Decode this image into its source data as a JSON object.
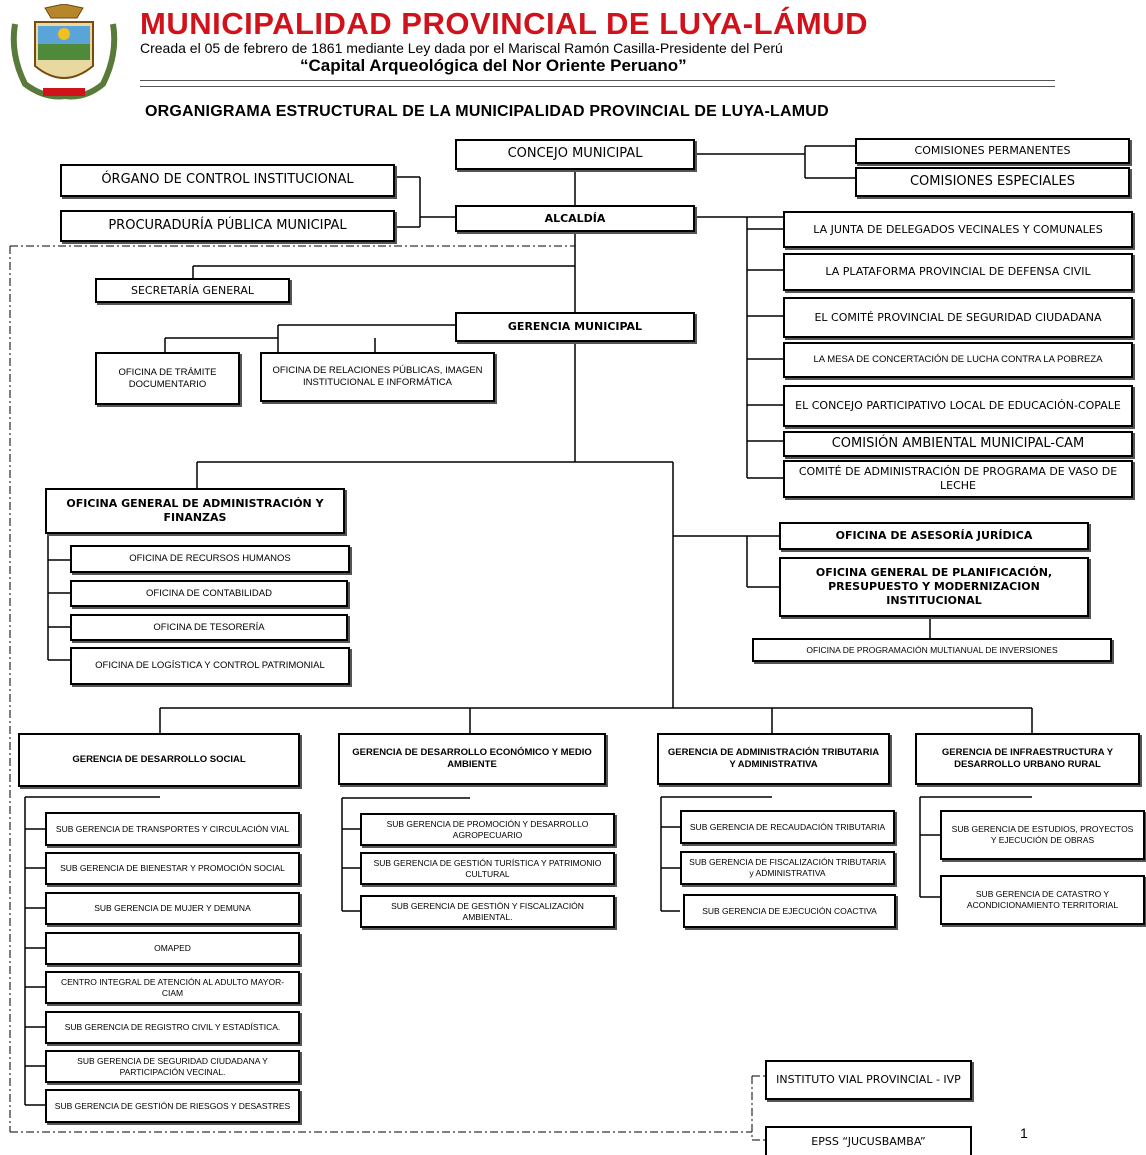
{
  "header": {
    "title": "MUNICIPALIDAD PROVINCIAL DE LUYA-LÁMUD",
    "subtitle": "Creada el 05 de febrero de 1861 mediante Ley dada por el Mariscal Ramón Casilla-Presidente del Perú",
    "slogan": "“Capital Arqueológica del Nor Oriente Peruano”",
    "logo_icon": "municipal-coat-of-arms"
  },
  "chart_title": "ORGANIGRAMA ESTRUCTURAL DE LA MUNICIPALIDAD PROVINCIAL DE LUYA-LAMUD",
  "page_number": "1",
  "top": {
    "concejo": "CONCEJO MUNICIPAL",
    "comisiones_permanentes": "COMISIONES PERMANENTES",
    "comisiones_especiales": "COMISIONES ESPECIALES",
    "control": "ÓRGANO DE CONTROL INSTITUCIONAL",
    "procuraduria": "PROCURADURÍA PÚBLICA MUNICIPAL",
    "alcaldia": "ALCALDÍA"
  },
  "coordination": [
    "LA JUNTA DE DELEGADOS VECINALES Y COMUNALES",
    "LA PLATAFORMA PROVINCIAL DE DEFENSA CIVIL",
    "EL COMITÉ PROVINCIAL DE SEGURIDAD CIUDADANA",
    "LA MESA DE CONCERTACIÓN DE LUCHA CONTRA LA POBREZA",
    "EL CONCEJO PARTICIPATIVO LOCAL DE EDUCACIÓN-COPALE",
    "COMISIÓN AMBIENTAL MUNICIPAL-CAM",
    "COMITÉ DE ADMINISTRACIÓN DE PROGRAMA DE VASO DE LECHE"
  ],
  "secretaria": "SECRETARÍA GENERAL",
  "gerencia_municipal": "GERENCIA MUNICIPAL",
  "tramite": "OFICINA DE TRÁMITE DOCUMENTARIO",
  "relaciones": "OFICINA DE RELACIONES PÚBLICAS, IMAGEN INSTITUCIONAL E INFORMÁTICA",
  "admin": {
    "title": "OFICINA GENERAL DE ADMINISTRACIÓN Y FINANZAS",
    "units": [
      "OFICINA DE RECURSOS HUMANOS",
      "OFICINA DE CONTABILIDAD",
      "OFICINA DE TESORERÍA",
      "OFICINA DE LOGÍSTICA Y CONTROL PATRIMONIAL"
    ]
  },
  "asesoria": "OFICINA DE ASESORÍA JURÍDICA",
  "planificacion": "OFICINA GENERAL DE PLANIFICACIÓN, PRESUPUESTO Y MODERNIZACION INSTITUCIONAL",
  "programacion": "OFICINA DE PROGRAMACIÓN MULTIANUAL DE INVERSIONES",
  "gerencias": [
    {
      "title": "GERENCIA DE DESARROLLO SOCIAL",
      "subs": [
        "SUB GERENCIA DE TRANSPORTES Y CIRCULACIÓN VIAL",
        "SUB GERENCIA DE BIENESTAR Y PROMOCIÓN SOCIAL",
        "SUB GERENCIA DE MUJER Y DEMUNA",
        "OMAPED",
        "CENTRO INTEGRAL DE ATENCIÓN AL ADULTO MAYOR- CIAM",
        "SUB GERENCIA DE REGISTRO CIVIL Y ESTADÍSTICA.",
        "SUB GERENCIA DE SEGURIDAD CIUDADANA Y PARTICIPACIÓN VECINAL.",
        "SUB GERENCIA DE GESTIÓN DE RIESGOS Y DESASTRES"
      ]
    },
    {
      "title": "GERENCIA DE DESARROLLO ECONÓMICO Y MEDIO AMBIENTE",
      "subs": [
        "SUB GERENCIA DE PROMOCIÓN Y DESARROLLO AGROPECUARIO",
        "SUB GERENCIA DE GESTIÓN TURÍSTICA Y PATRIMONIO CULTURAL",
        "SUB GERENCIA DE GESTIÓN Y FISCALIZACIÓN AMBIENTAL."
      ]
    },
    {
      "title": "GERENCIA DE ADMINISTRACIÓN TRIBUTARIA Y ADMINISTRATIVA",
      "subs": [
        "SUB GERENCIA DE RECAUDACIÓN TRIBUTARIA",
        "SUB GERENCIA DE FISCALIZACIÓN TRIBUTARIA y ADMINISTRATIVA",
        "SUB GERENCIA DE EJECUCIÓN COACTIVA"
      ]
    },
    {
      "title": "GERENCIA DE INFRAESTRUCTURA Y DESARROLLO URBANO RURAL",
      "subs": [
        "SUB GERENCIA DE ESTUDIOS, PROYECTOS Y EJECUCIÓN DE OBRAS",
        "SUB GERENCIA DE CATASTRO Y ACONDICIONAMIENTO TERRITORIAL"
      ]
    }
  ],
  "decentralized": [
    "INSTITUTO VIAL PROVINCIAL - IVP",
    "EPSS “JUCUSBAMBA”"
  ],
  "colors": {
    "title_red": "#d0121b",
    "line": "#000000"
  }
}
